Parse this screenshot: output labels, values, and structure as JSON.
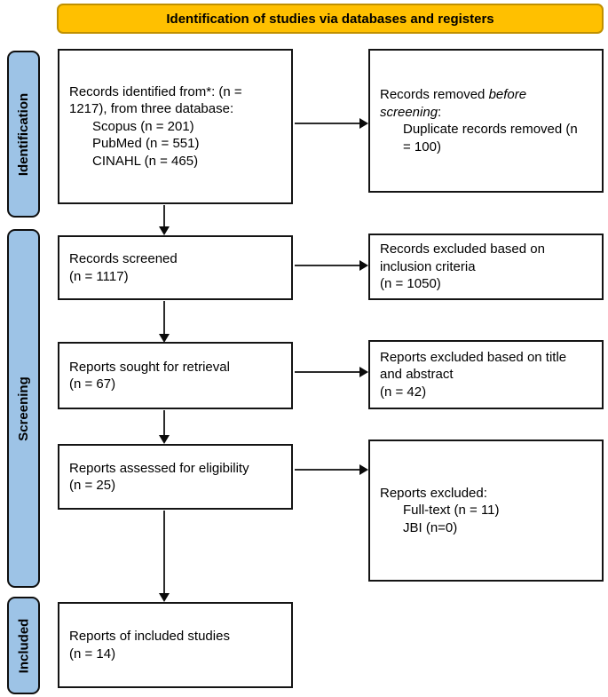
{
  "header": {
    "title": "Identification of studies via databases and registers",
    "fill": "#FFC000",
    "border": "#BF9000"
  },
  "colors": {
    "stage_fill": "#9DC3E6",
    "box_border": "#141414",
    "arrow": "#2B2B2B"
  },
  "stages": [
    {
      "id": "identification",
      "label": "Identification"
    },
    {
      "id": "screening",
      "label": "Screening"
    },
    {
      "id": "included",
      "label": "Included"
    }
  ],
  "left_boxes": [
    {
      "id": "records-identified",
      "lines": [
        {
          "segments": [
            {
              "text": "Records identified from*: (n ="
            }
          ]
        },
        {
          "segments": [
            {
              "text": "1217), from three database:"
            }
          ]
        },
        {
          "indent": true,
          "segments": [
            {
              "text": "Scopus (n = 201)"
            }
          ]
        },
        {
          "indent": true,
          "segments": [
            {
              "text": "PubMed (n = 551)"
            }
          ]
        },
        {
          "indent": true,
          "segments": [
            {
              "text": "CINAHL (n = 465)"
            }
          ]
        }
      ]
    },
    {
      "id": "records-screened",
      "lines": [
        {
          "segments": [
            {
              "text": "Records screened"
            }
          ]
        },
        {
          "segments": [
            {
              "text": "(n = 1117)"
            }
          ]
        }
      ]
    },
    {
      "id": "reports-sought",
      "lines": [
        {
          "segments": [
            {
              "text": "Reports sought for retrieval"
            }
          ]
        },
        {
          "segments": [
            {
              "text": "(n = 67)"
            }
          ]
        }
      ]
    },
    {
      "id": "reports-assessed",
      "lines": [
        {
          "segments": [
            {
              "text": "Reports assessed for eligibility"
            }
          ]
        },
        {
          "segments": [
            {
              "text": "(n = 25)"
            }
          ]
        }
      ]
    },
    {
      "id": "reports-included",
      "lines": [
        {
          "segments": [
            {
              "text": "Reports of included studies"
            }
          ]
        },
        {
          "segments": [
            {
              "text": "(n = 14)"
            }
          ]
        }
      ]
    }
  ],
  "right_boxes": [
    {
      "id": "records-removed",
      "lines": [
        {
          "segments": [
            {
              "text": "Records removed "
            },
            {
              "text": "before",
              "italic": true
            }
          ]
        },
        {
          "segments": [
            {
              "text": "screening",
              "italic": true
            },
            {
              "text": ":"
            }
          ]
        },
        {
          "indent": true,
          "segments": [
            {
              "text": "Duplicate records removed (n"
            }
          ]
        },
        {
          "indent": true,
          "segments": [
            {
              "text": "= 100)"
            }
          ]
        }
      ]
    },
    {
      "id": "records-excluded",
      "lines": [
        {
          "segments": [
            {
              "text": "Records excluded based on"
            }
          ]
        },
        {
          "segments": [
            {
              "text": "inclusion criteria"
            }
          ]
        },
        {
          "segments": [
            {
              "text": "(n = 1050)"
            }
          ]
        }
      ]
    },
    {
      "id": "reports-excluded-title-abstract",
      "lines": [
        {
          "segments": [
            {
              "text": "Reports excluded based on title"
            }
          ]
        },
        {
          "segments": [
            {
              "text": "and abstract"
            }
          ]
        },
        {
          "segments": [
            {
              "text": "(n = 42)"
            }
          ]
        }
      ]
    },
    {
      "id": "reports-excluded-fulltext",
      "lines": [
        {
          "segments": [
            {
              "text": "Reports excluded:"
            }
          ]
        },
        {
          "indent": true,
          "segments": [
            {
              "text": "Full-text (n = 11)"
            }
          ]
        },
        {
          "indent": true,
          "segments": [
            {
              "text": "JBI (n=0)"
            }
          ]
        }
      ]
    }
  ]
}
